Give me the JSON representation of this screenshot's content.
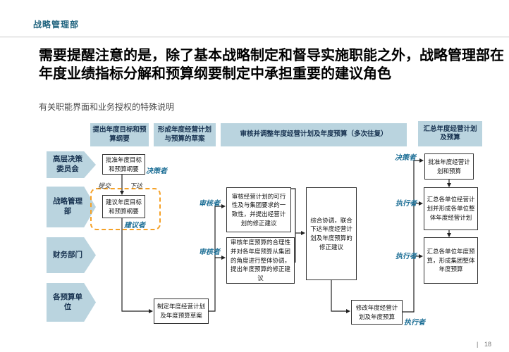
{
  "page": {
    "eyebrow": "战略管理部",
    "title": "需要提醒注意的是，除了基本战略制定和督导实施职能之外，战略管理部在年度业绩指标分解和预算纲要制定中承担重要的建议角色",
    "subtitle": "有关职能界面和业务授权的特殊说明",
    "footer_divider": "|",
    "page_number": "18"
  },
  "colors": {
    "accent_teal": "#21647f",
    "role_label_blue": "#1d6f96",
    "phase_fill": "#bad4df",
    "highlight_orange": "#f5a127"
  },
  "phases": [
    {
      "label": "提出年度目标和预算纲要"
    },
    {
      "label": "形成年度经营计划与预算的草案"
    },
    {
      "label": "审核并调整年度经营计划及年度预算（多次往复）"
    },
    {
      "label": "汇总年度经营计划及预算"
    }
  ],
  "lanes": [
    {
      "label": "高层决策委员会"
    },
    {
      "label": "战略管理部"
    },
    {
      "label": "财务部门"
    },
    {
      "label": "各预算单位"
    }
  ],
  "boxes": [
    {
      "id": "approve-targets",
      "text": "批准年度目标和预算纲要"
    },
    {
      "id": "propose-targets",
      "text": "建议年度目标和预算纲要"
    },
    {
      "id": "draft-plan-budget",
      "text": "制定年度经营计划及年度预算草案"
    },
    {
      "id": "review-plan",
      "text": "审核经营计划的可行性及与集团要求的一致性，并提出经营计划的修正建议"
    },
    {
      "id": "review-budget",
      "text": "审核年度预算的合理性并对各年度预算从集团的角度进行整体协调，提出年度预算的修正建议"
    },
    {
      "id": "coordinate-issue",
      "text": "综合协调，联合下达年度经营计划及年度预算的修正建议"
    },
    {
      "id": "revise-plan-budget",
      "text": "修改年度经营计划及年度预算"
    },
    {
      "id": "approve-plan-budget",
      "text": "批准年度经营计划和预算"
    },
    {
      "id": "consolidate-plan",
      "text": "汇总各单位经营计划并形成各单位整体年度经营计划"
    },
    {
      "id": "consolidate-budget",
      "text": "汇总各单位年度预算，形成集团整体年度预算"
    }
  ],
  "roles": [
    {
      "text": "决策者"
    },
    {
      "text": "建议者"
    },
    {
      "text": "审核者"
    },
    {
      "text": "审核者"
    },
    {
      "text": "决策者"
    },
    {
      "text": "执行者"
    },
    {
      "text": "执行者"
    },
    {
      "text": "执行者"
    }
  ],
  "edge_labels": {
    "submit": "提交",
    "issue": "下达"
  }
}
